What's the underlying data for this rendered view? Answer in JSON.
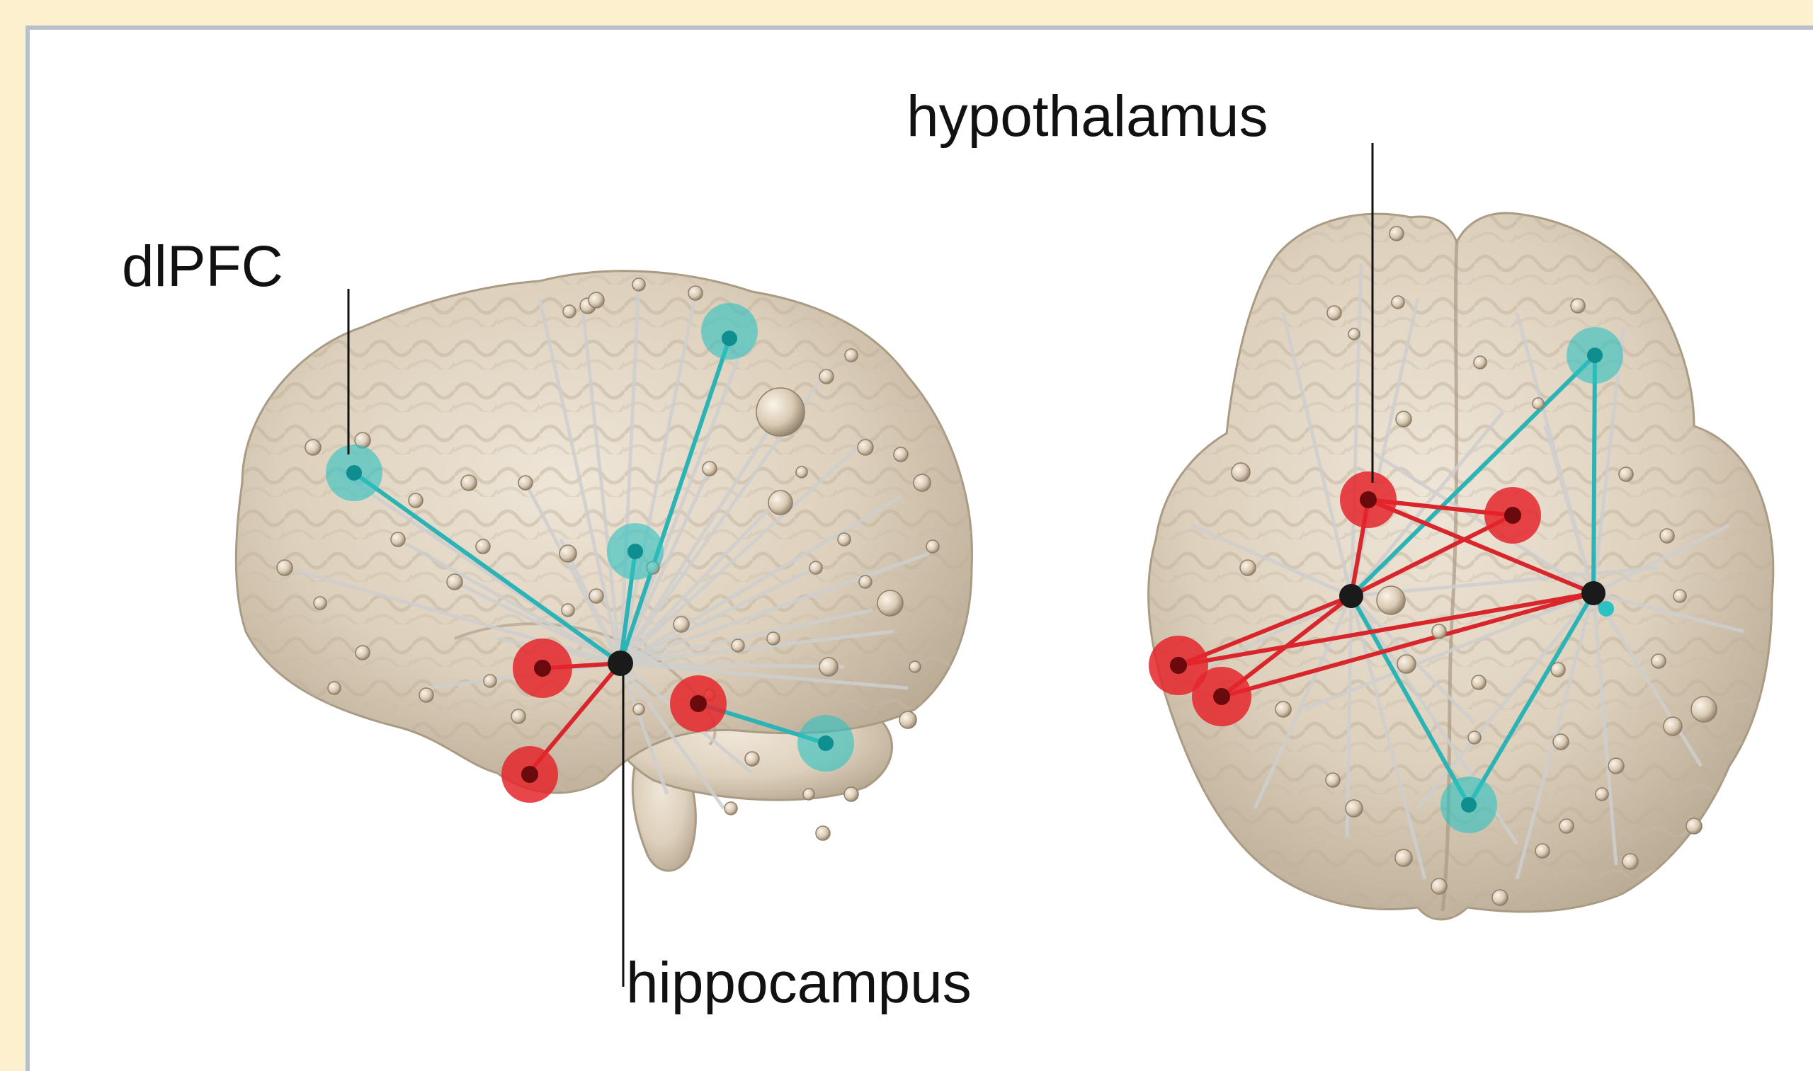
{
  "labels": {
    "dlpfc": "dlPFC",
    "hypothalamus": "hypothalamus",
    "hippocampus": "hippocampus"
  },
  "colors": {
    "background": "#fdf0cf",
    "panel": "#ffffff",
    "brain": "#e2d6c4",
    "positive_node": "#e0282e",
    "negative_node": "#2dbfbf",
    "hub_node": "#1a1a1a",
    "neutral_node": "#d8c8b0",
    "edge_neutral": "#c8c8c8"
  }
}
